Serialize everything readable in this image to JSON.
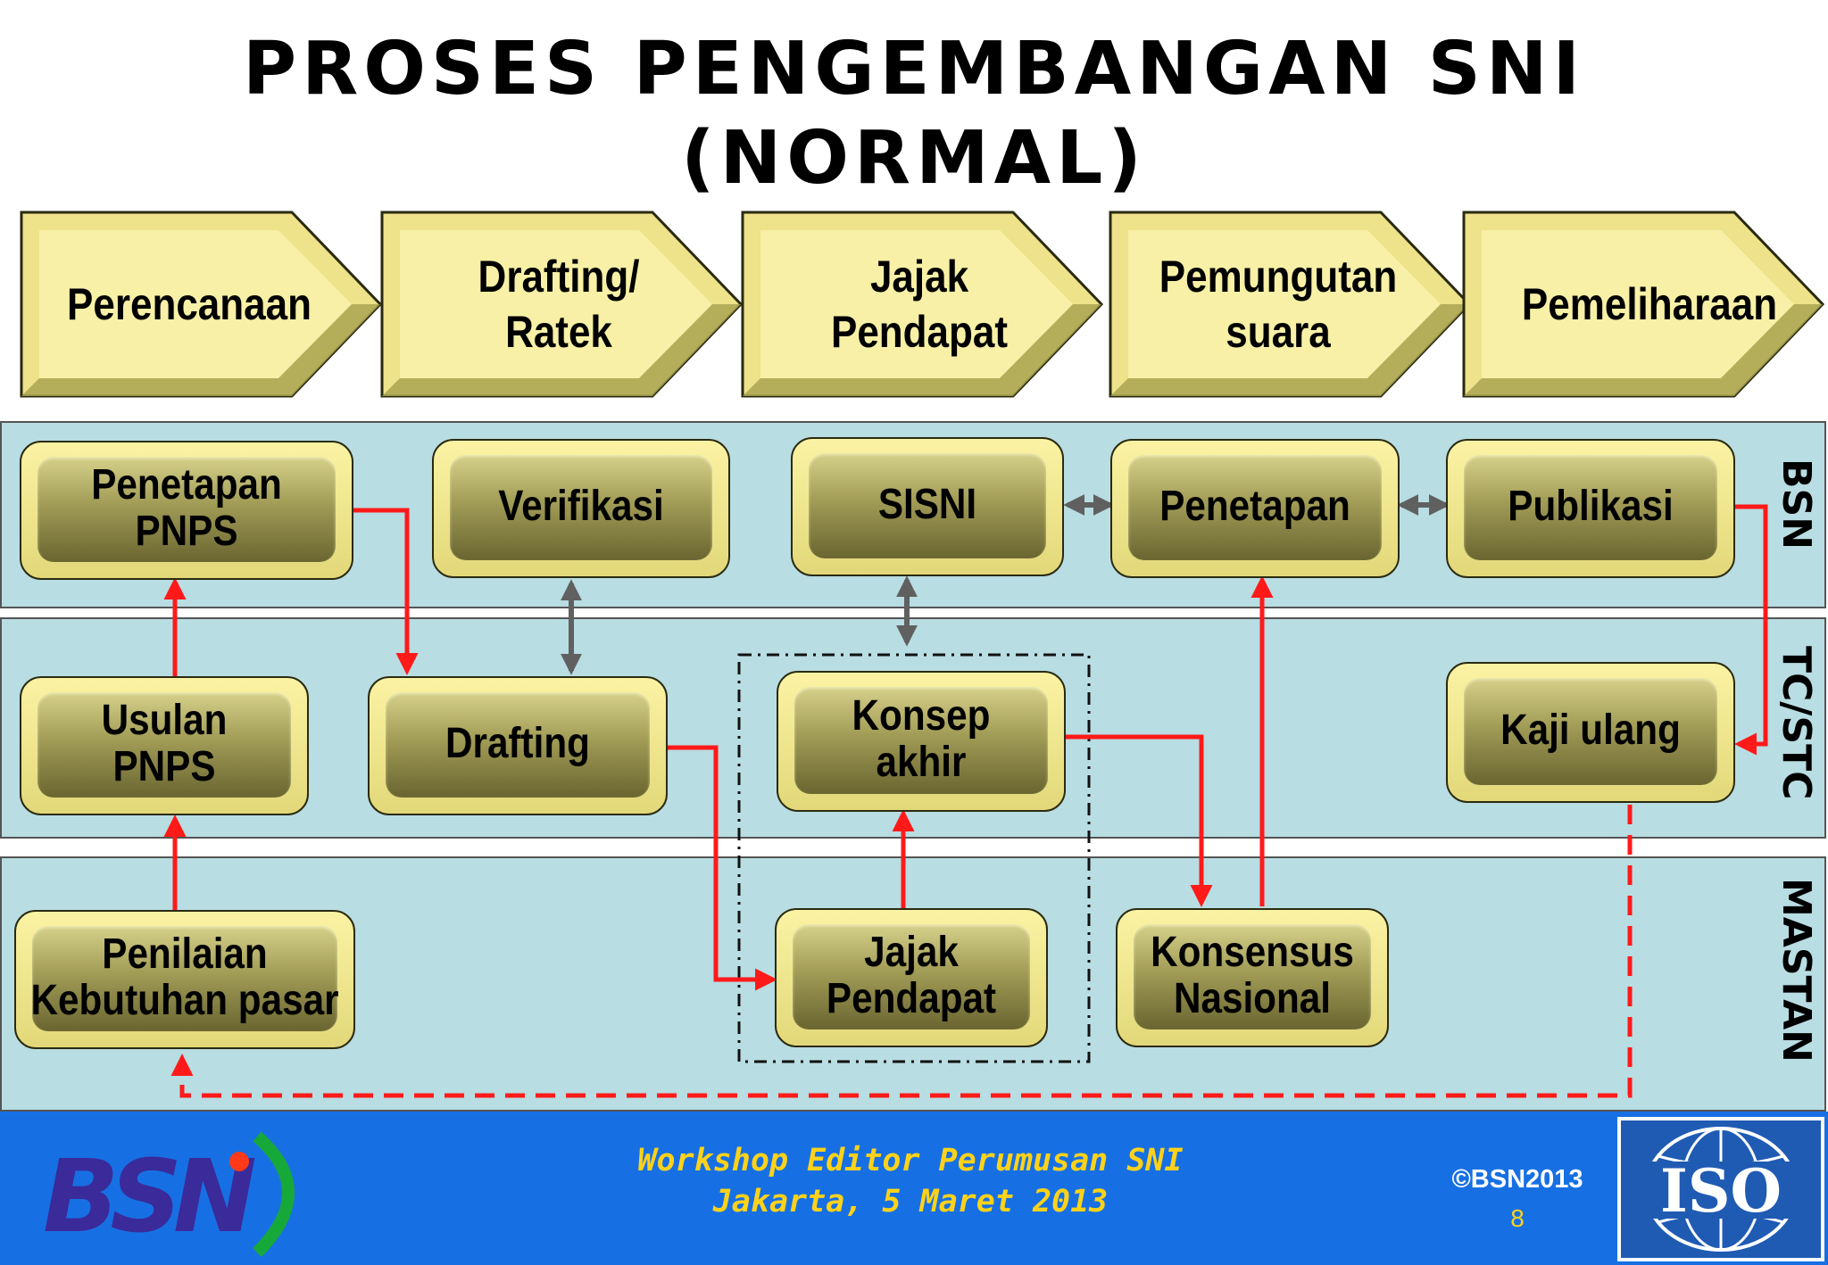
{
  "title": {
    "line1": "PROSES PENGEMBANGAN SNI",
    "line2": "(NORMAL)"
  },
  "phases": [
    {
      "label": "Perencanaan"
    },
    {
      "label": "Drafting/\nRatek"
    },
    {
      "label": "Jajak\nPendapat"
    },
    {
      "label": "Pemungutan\nsuara"
    },
    {
      "label": "Pemeliharaan"
    }
  ],
  "lanes": {
    "bsn": "BSN",
    "tc": "TC/STC",
    "mastan": "MASTAN"
  },
  "nodes": {
    "penetapan_pnps": "Penetapan\nPNPS",
    "verifikasi": "Verifikasi",
    "sisni": "SISNI",
    "penetapan": "Penetapan",
    "publikasi": "Publikasi",
    "usulan_pnps": "Usulan\nPNPS",
    "drafting": "Drafting",
    "konsep_akhir": "Konsep\nakhir",
    "kaji_ulang": "Kaji ulang",
    "penilaian": "Penilaian\nKebutuhan pasar",
    "jajak_pendapat": "Jajak\nPendapat",
    "konsensus": "Konsensus\nNasional"
  },
  "colors": {
    "flow": "#ff1a1a",
    "bidirectional": "#606060",
    "phase_fill": "#f5eda0",
    "lane_bg": "#b8dde2",
    "footer_bg": "#1770e3"
  },
  "footer": {
    "line1": "Workshop Editor Perumusan SNI",
    "line2": "Jakarta, 5 Maret 2013",
    "copyright": "©BSN2013",
    "page": "8",
    "bsn_logo": "BSN",
    "iso_logo": "ISO"
  }
}
